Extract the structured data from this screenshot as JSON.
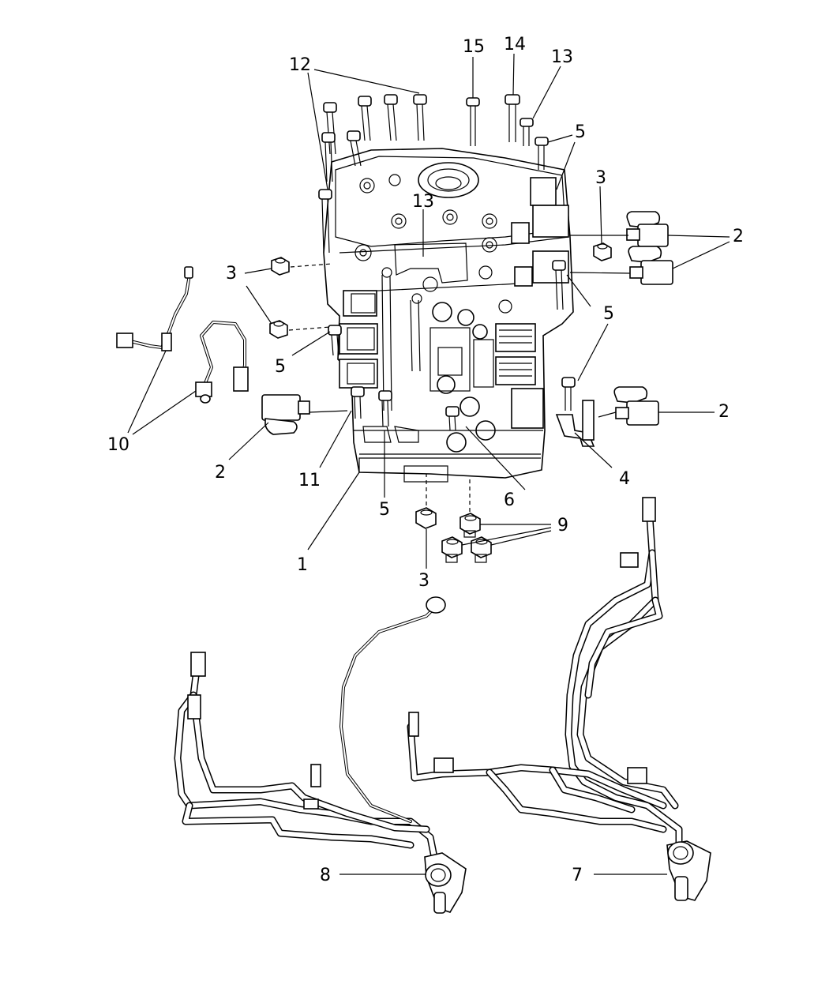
{
  "callouts": [
    {
      "id": "c15",
      "text": "15"
    },
    {
      "id": "c14",
      "text": "14"
    },
    {
      "id": "c13a",
      "text": "13"
    },
    {
      "id": "c12",
      "text": "12"
    },
    {
      "id": "c13b",
      "text": "13"
    },
    {
      "id": "c5a",
      "text": "5"
    },
    {
      "id": "c3a",
      "text": "3"
    },
    {
      "id": "c2a",
      "text": "2"
    },
    {
      "id": "c3b",
      "text": "3"
    },
    {
      "id": "c5b",
      "text": "5"
    },
    {
      "id": "c5c",
      "text": "5"
    },
    {
      "id": "c2b",
      "text": "2"
    },
    {
      "id": "c10",
      "text": "10"
    },
    {
      "id": "c2c",
      "text": "2"
    },
    {
      "id": "c11",
      "text": "11"
    },
    {
      "id": "c5d",
      "text": "5"
    },
    {
      "id": "c1",
      "text": "1"
    },
    {
      "id": "c3c",
      "text": "3"
    },
    {
      "id": "c6",
      "text": "6"
    },
    {
      "id": "c9",
      "text": "9"
    },
    {
      "id": "c4",
      "text": "4"
    },
    {
      "id": "c8",
      "text": "8"
    },
    {
      "id": "c7",
      "text": "7"
    }
  ]
}
